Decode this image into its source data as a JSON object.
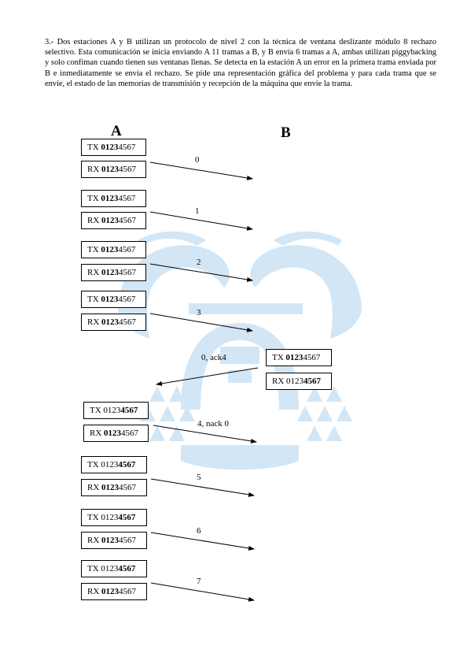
{
  "problem_text": "3.- Dos estaciones A y B utilizan un protocolo de nivel 2 con la técnica de ventana deslizante módulo 8 rechazo selectivo. Esta comunicación se inicia enviando A 11 tramas a B, y B envía 6 tramas a A, ambas utilizan piggybacking y solo confiman cuando tienen sus ventanas llenas.  Se detecta en la estación A un error en la primera trama enviada por B e inmediatamente se envía el rechazo. Se pide una representación gráfica del problema y para cada trama que se envíe, el estado de las memorias de transmisión y recepción de la máquina que envíe la trama.",
  "station_a": "A",
  "station_b": "B",
  "boxes": [
    {
      "prefix": "TX ",
      "bold": "0123",
      "normal_before": "",
      "normal_after": "4567"
    },
    {
      "prefix": "RX ",
      "bold": "0123",
      "normal_before": "",
      "normal_after": "4567"
    },
    {
      "prefix": "TX ",
      "bold": "0123",
      "normal_before": "",
      "normal_after": "4567"
    },
    {
      "prefix": "RX ",
      "bold": "0123",
      "normal_before": "",
      "normal_after": "4567"
    },
    {
      "prefix": "TX ",
      "bold": "0123",
      "normal_before": "",
      "normal_after": "4567"
    },
    {
      "prefix": "RX ",
      "bold": "0123",
      "normal_before": "",
      "normal_after": "4567"
    },
    {
      "prefix": "TX ",
      "bold": "0123",
      "normal_before": "",
      "normal_after": "4567"
    },
    {
      "prefix": "RX ",
      "bold": "0123",
      "normal_before": "",
      "normal_after": "4567"
    },
    {
      "prefix": "TX ",
      "bold": "0123",
      "normal_before": "",
      "normal_after": "4567"
    },
    {
      "prefix": "RX ",
      "bold": "4567",
      "normal_before": "0123",
      "normal_after": ""
    },
    {
      "prefix": "TX ",
      "bold": "4567",
      "normal_before": "0123",
      "normal_after": ""
    },
    {
      "prefix": "RX ",
      "bold": "0123",
      "normal_before": "",
      "normal_after": "4567"
    },
    {
      "prefix": "TX ",
      "bold": "4567",
      "normal_before": "0123",
      "normal_after": ""
    },
    {
      "prefix": "RX ",
      "bold": "0123",
      "normal_before": "",
      "normal_after": "4567"
    },
    {
      "prefix": "TX ",
      "bold": "4567",
      "normal_before": "0123",
      "normal_after": ""
    },
    {
      "prefix": "RX ",
      "bold": "0123",
      "normal_before": "",
      "normal_after": "4567"
    },
    {
      "prefix": "TX ",
      "bold": "4567",
      "normal_before": "0123",
      "normal_after": ""
    },
    {
      "prefix": "RX ",
      "bold": "0123",
      "normal_before": "",
      "normal_after": "4567"
    }
  ],
  "frames": [
    "0",
    "1",
    "2",
    "3",
    "0, ack4",
    "4, nack 0",
    "5",
    "6",
    "7"
  ],
  "colors": {
    "text": "#000000",
    "watermark": "#cfe3f4"
  }
}
